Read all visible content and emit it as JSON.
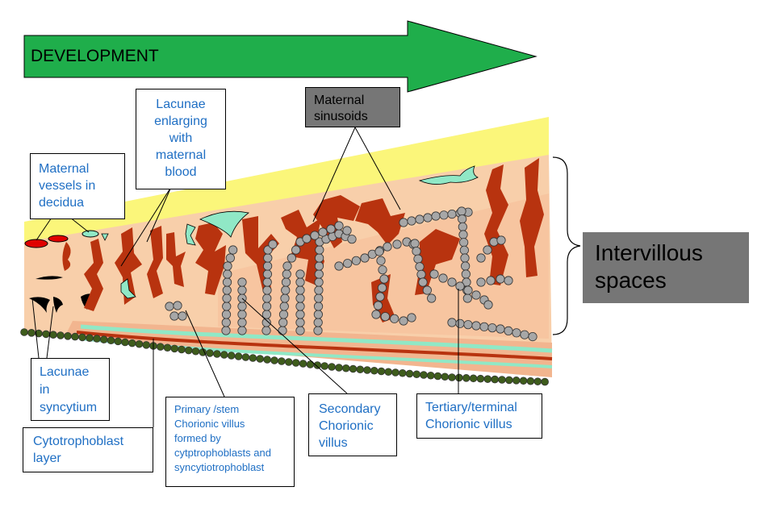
{
  "arrow": {
    "label": "DEVELOPMENT"
  },
  "labels": {
    "maternal_vessels": "Maternal\nvessels in\ndecidua",
    "lacunae_enlarging": "Lacunae\nenlarging\nwith\nmaternal\nblood",
    "maternal_sinusoids": "Maternal\nsinusoids",
    "intervillous_spaces": "Intervillous\nspaces",
    "lacunae_syncytium": "Lacunae\nin\nsyncytium",
    "cytotrophoblast": "Cytotrophoblast\nlayer",
    "primary_villus": "Primary /stem\nChorionic villus\nformed by\ncytptrophoblasts and\nsyncytiotrophoblast",
    "secondary_villus": "Secondary\nChorionic\nvillus",
    "tertiary_villus": "Tertiary/terminal\nChorionic villus"
  },
  "colors": {
    "arrow": "#1fae4b",
    "decidua": "#fbf67a",
    "tissue": "#f8cfaa",
    "villus": "#b8330f",
    "mesoderm": "#90e8c6",
    "cyto_bead": "#a7a7a7",
    "chorionic_dot": "#3e5c1c",
    "label_text": "#1f6fc4"
  }
}
